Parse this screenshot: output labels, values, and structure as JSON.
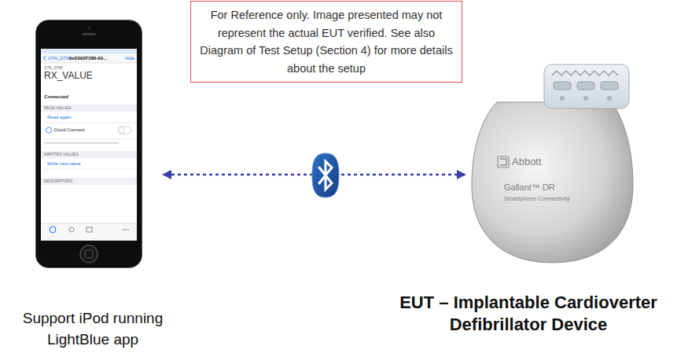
{
  "diagram": {
    "nodes": [
      {
        "text": [
          "For Reference only. Image presented may not represent the actual EUT verified. See also Diagram of Test Setup (Section 4) for more details about the setup"
        ]
      },
      {
        "text": [
          "OTA_DTM",
          "0xE093F386-00...",
          "Hide",
          "OTA_DTM",
          "RX_VALUE",
          "Connected",
          "READ VALUES",
          "Read again",
          "Cloud Connect",
          "WRITTEN VALUES",
          "Write new value",
          "DESCRIPTORS",
          "Support iPod running LightBlue app"
        ]
      },
      {
        "text": [
          "Abbott",
          "Gallant™ DR",
          "Smartphone Connectivity",
          "EUT – Implantable Cardioverter Defibrillator Device"
        ]
      }
    ],
    "edges": [
      {
        "from": 1,
        "to": 2,
        "arrow": "both"
      }
    ]
  }
}
